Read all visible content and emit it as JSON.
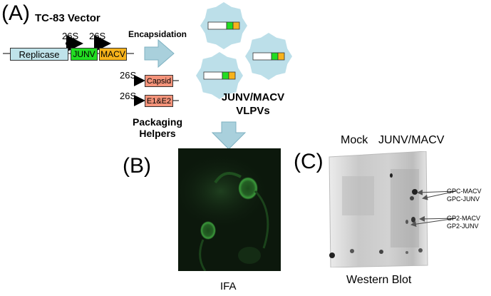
{
  "panel_a": {
    "letter": "(A)",
    "vector_title": "TC-83 Vector",
    "label_26s": "26S",
    "replicase": "Replicase",
    "junv": "JUNV",
    "macv": "MACV",
    "encapsidation": "Encapsidation",
    "capsid": "Capsid",
    "e1e2": "E1&E2",
    "packaging_line1": "Packaging",
    "packaging_line2": "Helpers",
    "vlpv_line1": "JUNV/MACV",
    "vlpv_line2": "VLPVs"
  },
  "panel_b": {
    "letter": "(B)",
    "caption": "IFA"
  },
  "panel_c": {
    "letter": "(C)",
    "lane_mock": "Mock",
    "lane_junv_macv": "JUNV/MACV",
    "band_gpc_macv": "GPC-MACV",
    "band_gpc_junv": "GPC-JUNV",
    "band_gp2_macv": "GP2-MACV",
    "band_gp2_junv": "GP2-JUNV",
    "caption": "Western Blot"
  },
  "colors": {
    "replicase": "#bfe3ea",
    "junv": "#22dd22",
    "macv": "#f7b21b",
    "helper": "#f4937a",
    "cloud": "#bcdfe9",
    "arrow": "#a9d0dc",
    "ifa_bg": "#0c180c",
    "blot_bg": "#e4e4e4"
  }
}
